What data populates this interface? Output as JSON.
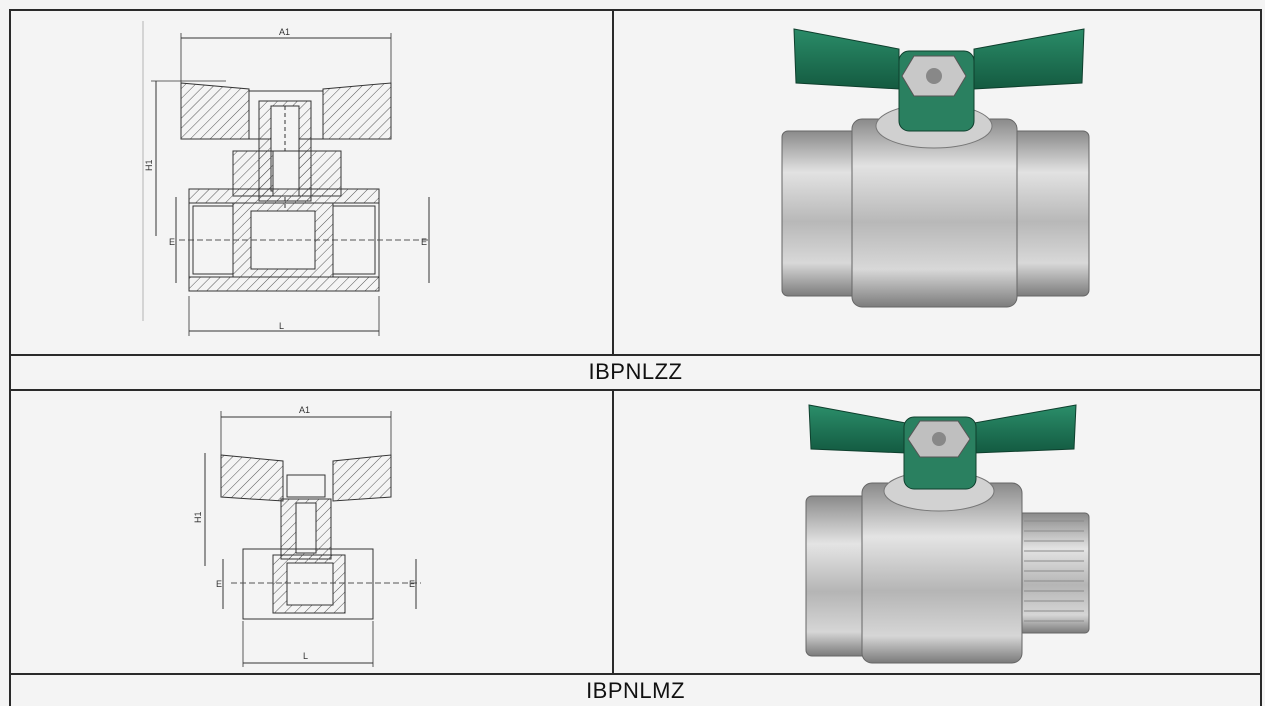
{
  "products": [
    {
      "code": "IBPNLZZ",
      "drawing_labels": {
        "a1": "A1",
        "h1": "H1",
        "l": "L",
        "e": "E"
      }
    },
    {
      "code": "IBPNLMZ",
      "drawing_labels": {
        "a1": "A1",
        "h1": "H1",
        "l": "L",
        "e": "E"
      }
    }
  ],
  "colors": {
    "handle": "#1f7a5a",
    "body": "#c9c9c9",
    "grid_lines": "#2a2a2a"
  }
}
